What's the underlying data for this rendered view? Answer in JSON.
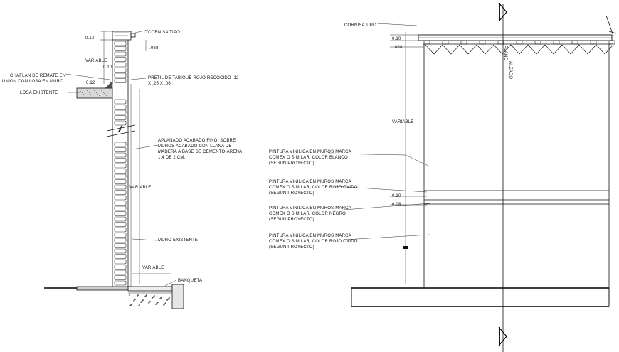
{
  "section": {
    "cornisa": "CORNISA TIPO",
    "dim_010": "0.10",
    "dim_088": ".088",
    "variable_top": "VARIABLE",
    "dim_010b": "0.10",
    "chaflan_1": "CHAFLAN DE REMATE EN",
    "chaflan_2": "UNION CON LOSA EN MURO",
    "dim_012": "0.12",
    "losa": "LOSA EXISTENTE",
    "pretil_1": "PRETIL DE TABIQUE ROJO RECOCIDO .12",
    "pretil_2": "X .25 X .06",
    "aplanado_1": "APLANADO ACABADO FINO, SOBRE",
    "aplanado_2": "MUROS ACABADO CON LLANA DE",
    "aplanado_3": "MADERA A BASE DE CEMENTO-ARENA",
    "aplanado_4": "1:4 DE 2 CM.",
    "variable_mid": "VARIABLE",
    "muro": "MURO EXISTENTE",
    "variable_bot": "VARIABLE",
    "banqueta": "BANQUETA"
  },
  "elevation": {
    "cornisa": "CORNISA TIPO",
    "dim_010": "0.10",
    "dim_088": ".088",
    "variable": "VARIABLE",
    "plano": "PLANO",
    "alzado": "ALZADO",
    "dim_010b": "0.10",
    "dim_008": "0.08",
    "notes": [
      [
        "PINTURA VINILICA EN MUROS MARCA",
        "COMEX O SIMILAR, COLOR BLANCO",
        "(SEGUN PROYECTO)"
      ],
      [
        "PINTURA VINILICA EN MUROS MARCA",
        "COMEX O SIMILAR, COLOR ROJO OXIDO",
        "(SEGUN PROYECTO)"
      ],
      [
        "PINTURA VINILICA EN MUROS MARCA",
        "COMEX O SIMILAR, COLOR NEGRO",
        "(SEGUN PROYECTO)"
      ],
      [
        "PINTURA VINILICA EN MUROS MARCA",
        "COMEX O SIMILAR, COLOR ROJO OXIDO",
        "(SEGUN PROYECTO)"
      ]
    ]
  }
}
